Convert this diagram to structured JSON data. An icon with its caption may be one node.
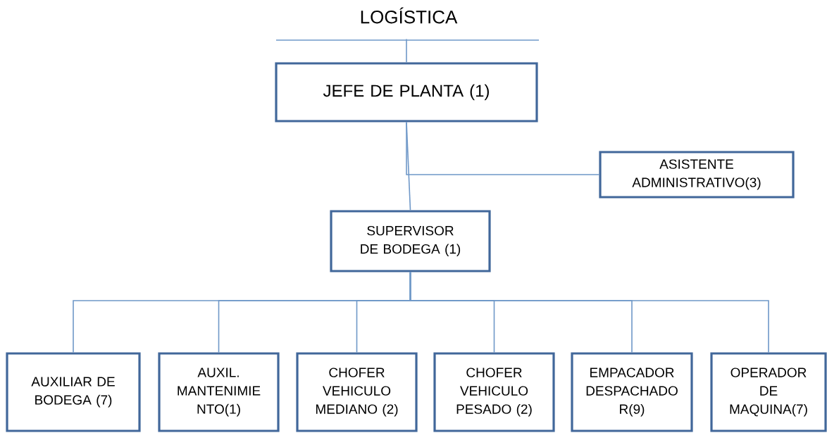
{
  "diagram": {
    "title": "LOGÍSTICA",
    "nodes": [
      {
        "text": [
          "JEFE DE PLANTA (1)"
        ]
      },
      {
        "text": [
          "ASISTENTE ADMINISTRATIVO(3)"
        ]
      },
      {
        "text": [
          "SUPERVISOR DE BODEGA (1)"
        ]
      },
      {
        "text": [
          "AUXILIAR DE BODEGA (7)"
        ]
      },
      {
        "text": [
          "AUXIL. MANTENIMIE NTO(1)"
        ]
      },
      {
        "text": [
          "CHOFER VEHICULO MEDIANO (2)"
        ]
      },
      {
        "text": [
          "CHOFER VEHICULO PESADO (2)"
        ]
      },
      {
        "text": [
          "EMPACADOR DESPACHADO R(9)"
        ]
      },
      {
        "text": [
          "OPERADOR DE MAQUINA(7)"
        ]
      }
    ],
    "edges": [
      {
        "from": null,
        "to": 0,
        "arrow": "none"
      },
      {
        "from": 0,
        "to": 1,
        "arrow": "none"
      },
      {
        "from": 0,
        "to": 2,
        "arrow": "none"
      },
      {
        "from": 2,
        "to": 3,
        "arrow": "none"
      },
      {
        "from": 2,
        "to": 4,
        "arrow": "none"
      },
      {
        "from": 2,
        "to": 5,
        "arrow": "none"
      },
      {
        "from": 2,
        "to": 6,
        "arrow": "none"
      },
      {
        "from": 2,
        "to": 7,
        "arrow": "none"
      },
      {
        "from": 2,
        "to": 8,
        "arrow": "none"
      }
    ]
  }
}
